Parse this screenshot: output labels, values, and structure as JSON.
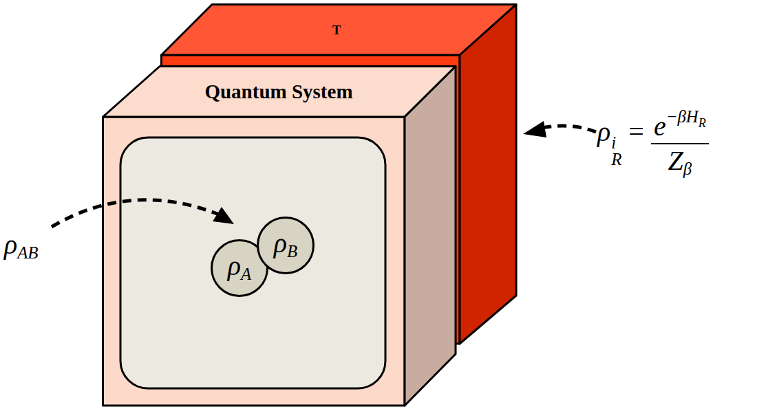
{
  "diagram": {
    "nodes": [
      {
        "text": [
          "T"
        ]
      },
      {
        "text": [
          "Quantum System"
        ]
      },
      {
        "text": [
          "ρA"
        ],
        "in": 1
      },
      {
        "text": [
          "ρB"
        ],
        "in": 1
      }
    ],
    "labels": [
      "ρAB",
      "ρRi =",
      "e−βHR",
      "Zβ"
    ]
  }
}
